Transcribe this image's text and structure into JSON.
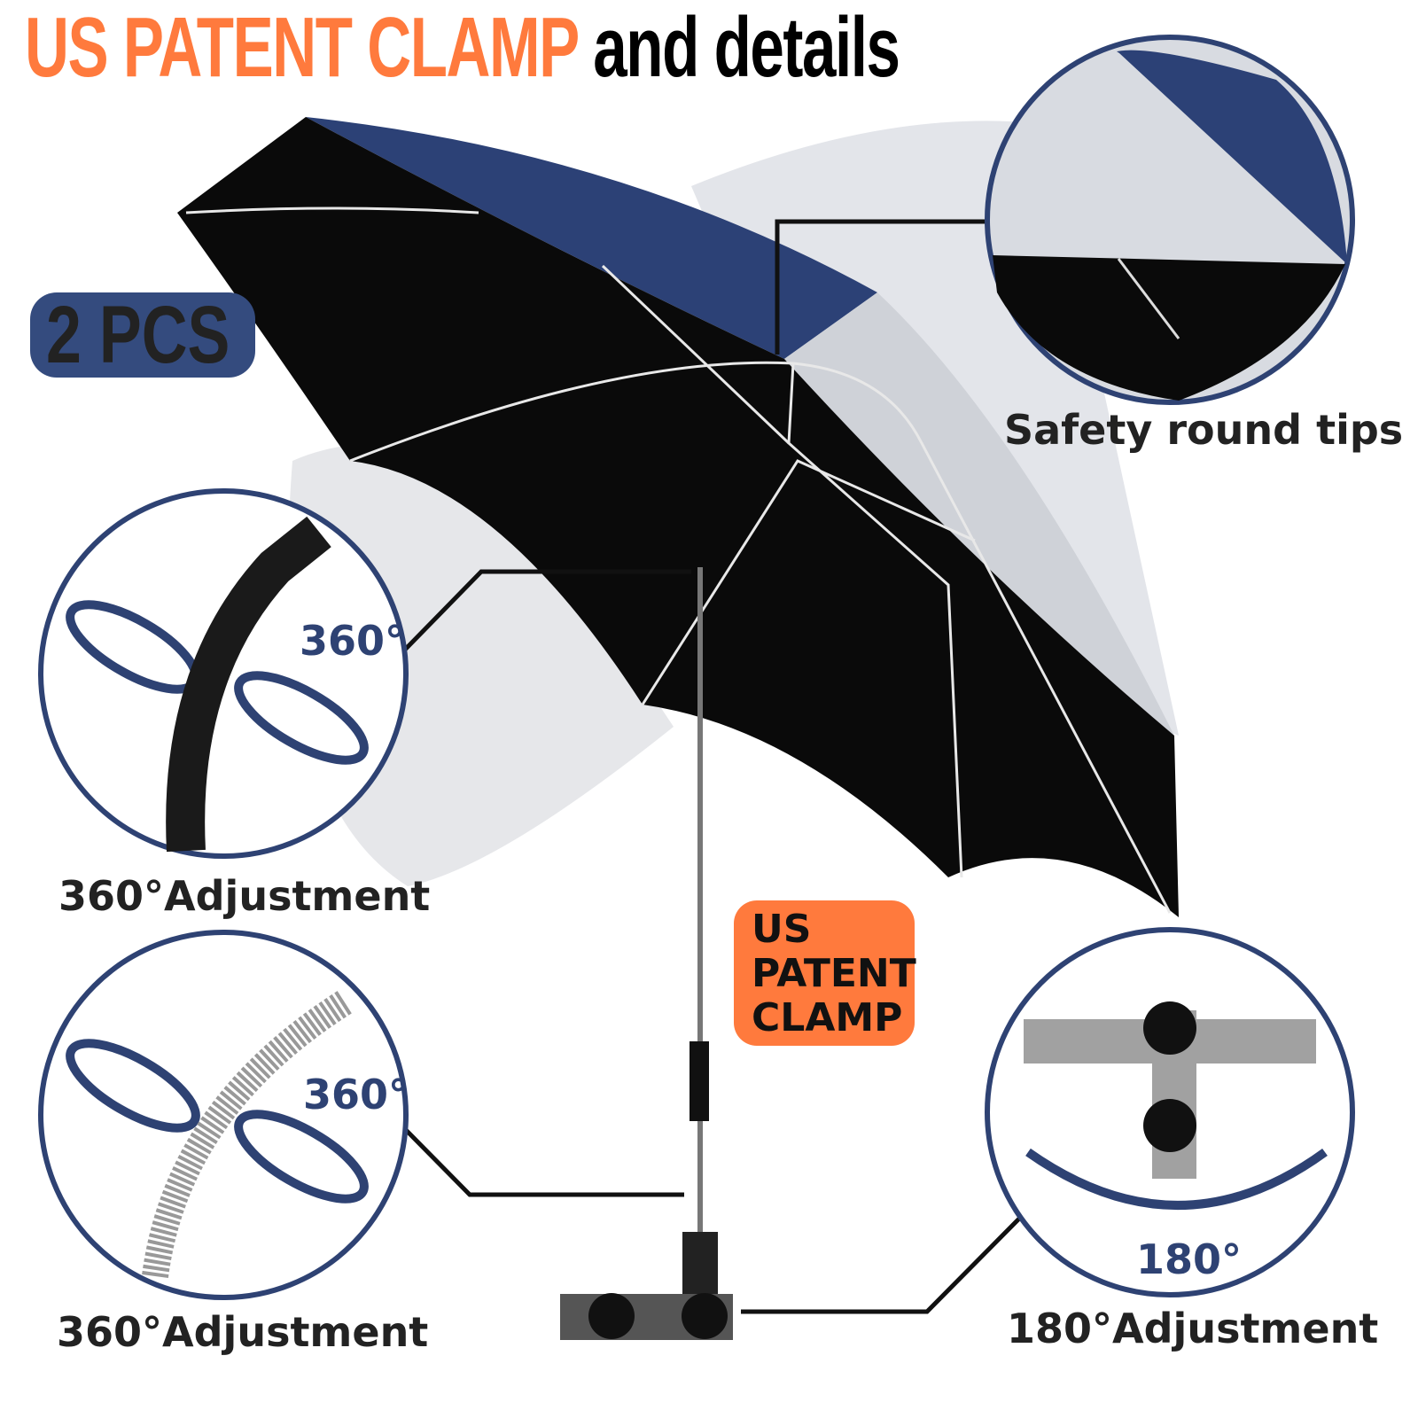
{
  "title": {
    "highlight": "US PATENT CLAMP",
    "rest": "and details"
  },
  "badge": "2 PCS",
  "callouts": {
    "tips": "Safety round tips",
    "joint_label": "360°Adjustment",
    "joint_degree": "360°",
    "spring_label": "360°Adjustment",
    "spring_degree": "360°",
    "clamp_label": "180°Adjustment",
    "clamp_degree": "180°"
  },
  "patent_box": [
    "US",
    "PATENT",
    "CLAMP"
  ],
  "colors": {
    "accent": "#FF7A3D",
    "navy": "#2E4273",
    "badge": "#344B7E"
  }
}
